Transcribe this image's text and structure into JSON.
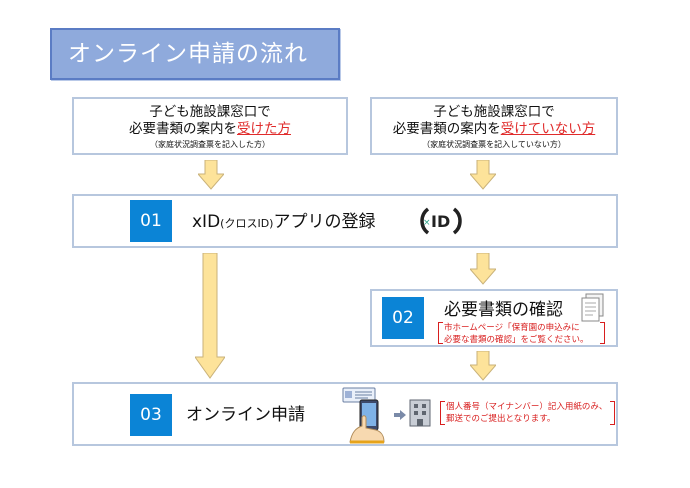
{
  "title": "オンライン申請の流れ",
  "left_condition": {
    "line1": "子ども施設課窓口で",
    "line2_pre": "必要書類の案内を",
    "line2_red": "受けた方",
    "note": "（家庭状況調査票を記入した方）"
  },
  "right_condition": {
    "line1": "子ども施設課窓口で",
    "line2_pre": "必要書類の案内を",
    "line2_red": "受けていない方",
    "note": "（家庭状況調査票を記入していない方）"
  },
  "step1": {
    "number": "01",
    "label_pre": "xID",
    "label_paren": "(クロスID)",
    "label_post": "アプリの登録",
    "logo_x": "×",
    "logo_text": "ID"
  },
  "step2": {
    "number": "02",
    "label": "必要書類の確認",
    "note_line1": "市ホームページ「保育園の申込みに",
    "note_line2": "必要な書類の確認」をご覧ください。"
  },
  "step3": {
    "number": "03",
    "label": "オンライン申請",
    "note_line1": "個人番号（マイナンバー）記入用紙のみ、",
    "note_line2": "郵送でのご提出となります。"
  },
  "colors": {
    "title_bg": "#8faadc",
    "box_border": "#b7c7de",
    "number_bg": "#0b84d6",
    "arrow_fill": "#fde39a",
    "arrow_stroke": "#c9b27a",
    "accent_red": "#e02b2b"
  },
  "icons": {
    "logo": "xid-logo",
    "document": "document-icon",
    "smartphone": "smartphone-hand-icon",
    "card": "id-card-icon",
    "building": "building-icon"
  }
}
